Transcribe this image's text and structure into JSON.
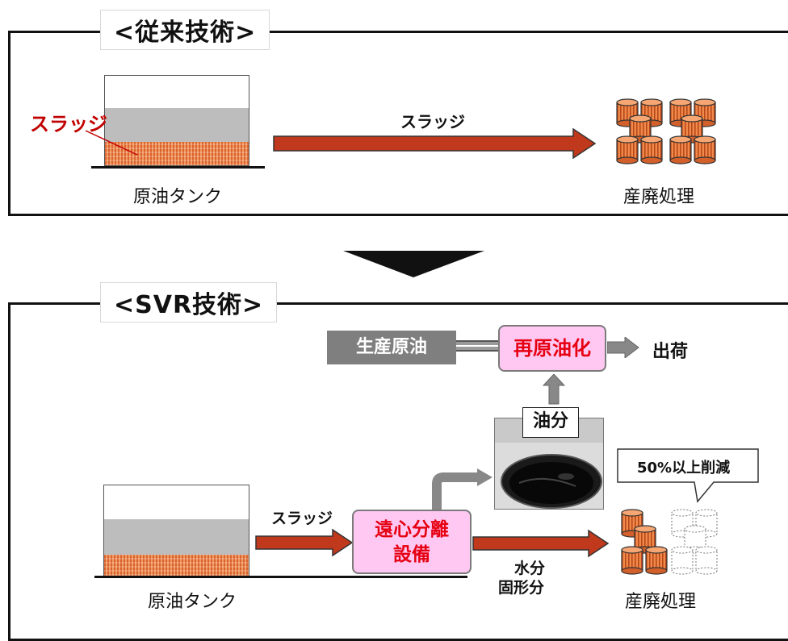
{
  "top": {
    "title": "<従来技術>",
    "sludge_callout": "スラッジ",
    "arrow_label": "スラッジ",
    "tank_label": "原油タンク",
    "disposal_label": "産廃処理"
  },
  "bottom": {
    "title": "<SVR技術>",
    "crude_box": "生産原油",
    "reoil_box": "再原油化",
    "shipping": "出荷",
    "oil_label": "油分",
    "reduction_bubble": "50%以上削減",
    "arrow_label": "スラッジ",
    "centrifuge_line1": "遠心分離",
    "centrifuge_line2": "設備",
    "water_label": "水分",
    "solid_label": "固形分",
    "tank_label": "原油タンク",
    "disposal_label": "産廃処理"
  },
  "colors": {
    "arrow_fill": "#c0391c",
    "sludge": "#e0703a",
    "callout_red": "#c00000",
    "pink_box": "#ffc8f2",
    "gray_box": "#7f7f7f"
  }
}
